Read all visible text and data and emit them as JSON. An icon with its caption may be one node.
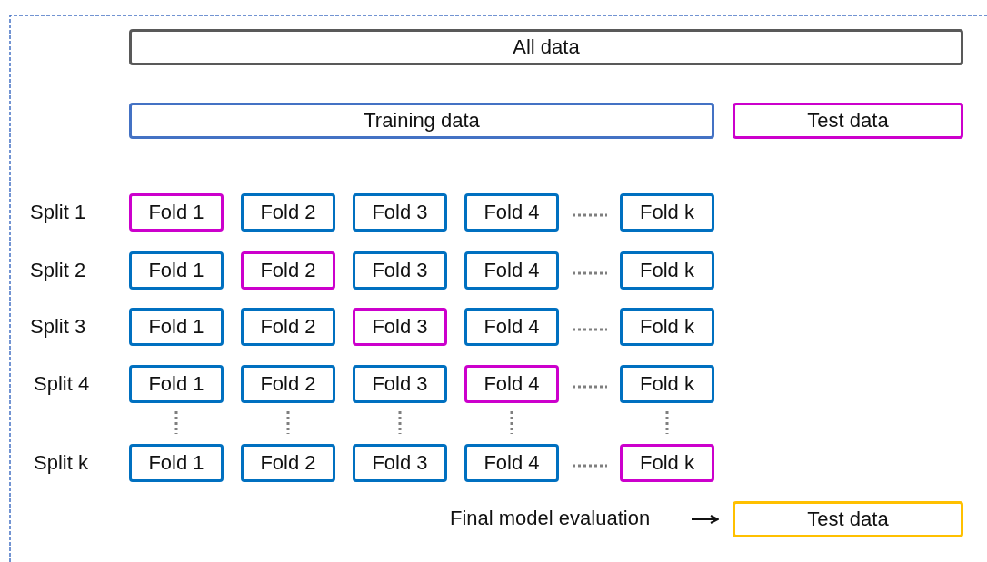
{
  "diagram": {
    "nodes": [
      {
        "text": [
          "All data"
        ]
      },
      {
        "text": [
          "Training data"
        ]
      },
      {
        "text": [
          "Test data"
        ]
      },
      {
        "text": [
          "Fold 1"
        ]
      },
      {
        "text": [
          "Fold 2"
        ]
      },
      {
        "text": [
          "Fold 3"
        ]
      },
      {
        "text": [
          "Fold 4"
        ]
      },
      {
        "text": [
          "Fold k"
        ]
      },
      {
        "text": [
          "Fold 1"
        ]
      },
      {
        "text": [
          "Fold 2"
        ]
      },
      {
        "text": [
          "Fold 3"
        ]
      },
      {
        "text": [
          "Fold 4"
        ]
      },
      {
        "text": [
          "Fold k"
        ]
      },
      {
        "text": [
          "Fold 1"
        ]
      },
      {
        "text": [
          "Fold 2"
        ]
      },
      {
        "text": [
          "Fold 3"
        ]
      },
      {
        "text": [
          "Fold 4"
        ]
      },
      {
        "text": [
          "Fold k"
        ]
      },
      {
        "text": [
          "Fold 1"
        ]
      },
      {
        "text": [
          "Fold 2"
        ]
      },
      {
        "text": [
          "Fold 3"
        ]
      },
      {
        "text": [
          "Fold 4"
        ]
      },
      {
        "text": [
          "Fold k"
        ]
      },
      {
        "text": [
          "Fold 1"
        ]
      },
      {
        "text": [
          "Fold 2"
        ]
      },
      {
        "text": [
          "Fold 3"
        ]
      },
      {
        "text": [
          "Fold 4"
        ]
      },
      {
        "text": [
          "Fold k"
        ]
      },
      {
        "text": [
          "Final model evaluation"
        ]
      },
      {
        "text": [
          "Test data"
        ]
      }
    ],
    "edges": [
      {
        "from": 28,
        "to": 29,
        "arrow": "to"
      }
    ],
    "labels": [
      "Split 1",
      "Split 2",
      "Split 3",
      "Split 4",
      "Split k"
    ]
  }
}
